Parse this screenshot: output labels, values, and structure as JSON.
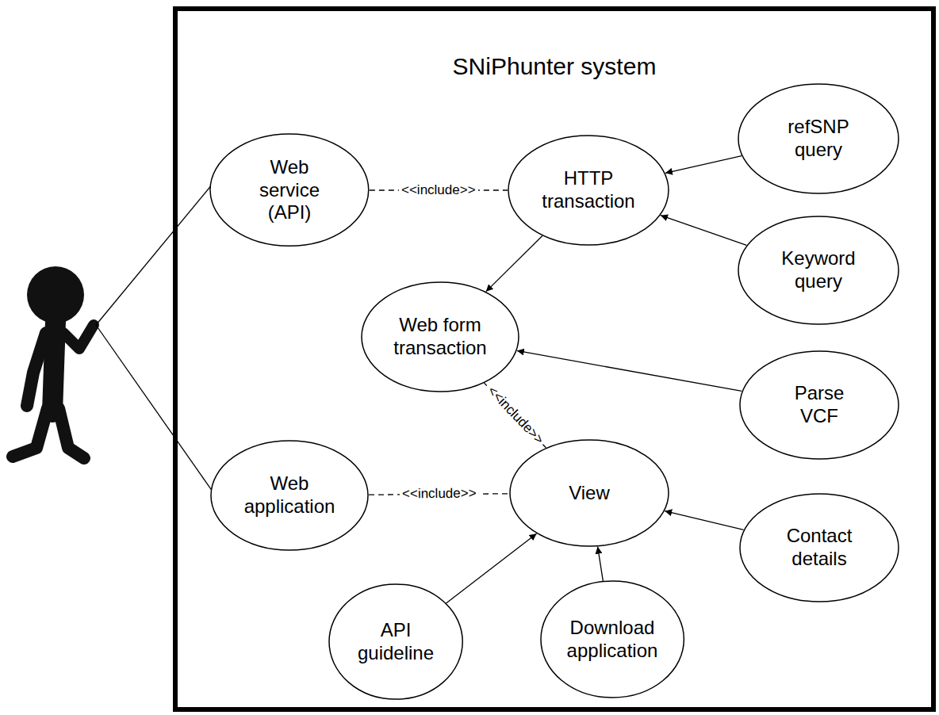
{
  "diagram": {
    "nodes": [
      {
        "text": [
          "SNiPhunter system"
        ]
      },
      {
        "text": [
          "Web service (API)"
        ],
        "in": 0
      },
      {
        "text": [
          "HTTP transaction"
        ],
        "in": 0
      },
      {
        "text": [
          "refSNP query"
        ],
        "in": 0
      },
      {
        "text": [
          "Keyword query"
        ],
        "in": 0
      },
      {
        "text": [
          "Web form transaction"
        ],
        "in": 0
      },
      {
        "text": [
          "Parse VCF"
        ],
        "in": 0
      },
      {
        "text": [
          "Web application"
        ],
        "in": 0
      },
      {
        "text": [
          "View"
        ],
        "in": 0
      },
      {
        "text": [
          "Contact details"
        ],
        "in": 0
      },
      {
        "text": [
          "API guideline"
        ],
        "in": 0
      },
      {
        "text": [
          "Download application"
        ],
        "in": 0
      }
    ],
    "edges": [
      {
        "from": 1,
        "to": 2,
        "label": "<<include>>",
        "arrow": "none"
      },
      {
        "from": 3,
        "to": 2,
        "arrow": "to"
      },
      {
        "from": 4,
        "to": 2,
        "arrow": "to"
      },
      {
        "from": 2,
        "to": 5,
        "arrow": "to"
      },
      {
        "from": 6,
        "to": 5,
        "arrow": "to"
      },
      {
        "from": 8,
        "to": 5,
        "label": "<<include>>",
        "arrow": "none"
      },
      {
        "from": 7,
        "to": 8,
        "label": "<<include>>",
        "arrow": "none"
      },
      {
        "from": 9,
        "to": 8,
        "arrow": "to"
      },
      {
        "from": 10,
        "to": 8,
        "arrow": "to"
      },
      {
        "from": 11,
        "to": 8,
        "arrow": "to"
      }
    ]
  }
}
